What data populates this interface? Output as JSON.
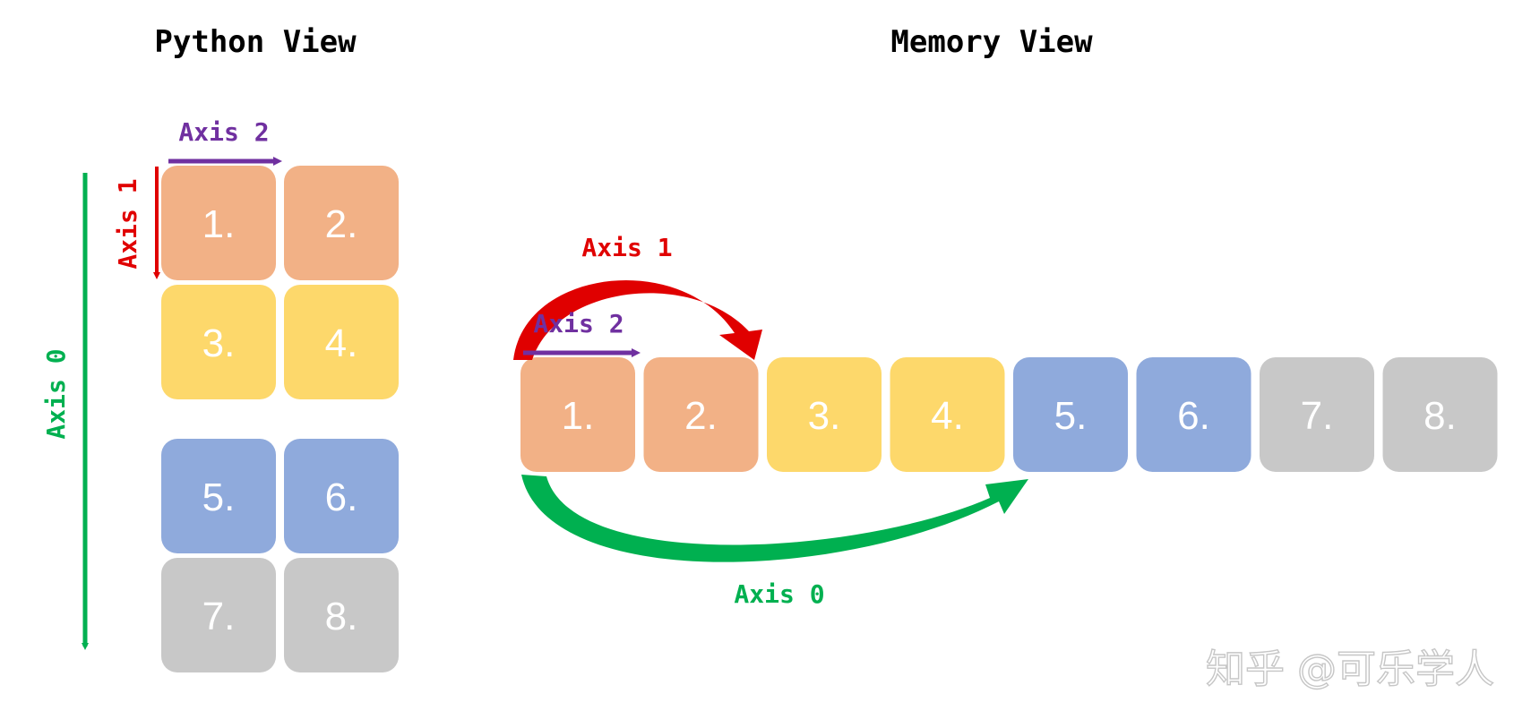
{
  "titles": {
    "python_view": "Python View",
    "memory_view": "Memory View"
  },
  "colors": {
    "orange": "#F2B186",
    "yellow": "#FDD86B",
    "blue": "#8FAADC",
    "gray": "#C8C8C8",
    "axis0": "#00B050",
    "axis1": "#E00000",
    "axis2": "#7030A0"
  },
  "python_view": {
    "axis0_label": "Axis 0",
    "axis1_label": "Axis 1",
    "axis2_label": "Axis 2",
    "cells": [
      {
        "label": "1.",
        "color": "orange"
      },
      {
        "label": "2.",
        "color": "orange"
      },
      {
        "label": "3.",
        "color": "yellow"
      },
      {
        "label": "4.",
        "color": "yellow"
      },
      {
        "label": "5.",
        "color": "blue"
      },
      {
        "label": "6.",
        "color": "blue"
      },
      {
        "label": "7.",
        "color": "gray"
      },
      {
        "label": "8.",
        "color": "gray"
      }
    ]
  },
  "memory_view": {
    "axis0_label": "Axis 0",
    "axis1_label": "Axis 1",
    "axis2_label": "Axis 2",
    "cells": [
      {
        "label": "1.",
        "color": "orange"
      },
      {
        "label": "2.",
        "color": "orange"
      },
      {
        "label": "3.",
        "color": "yellow"
      },
      {
        "label": "4.",
        "color": "yellow"
      },
      {
        "label": "5.",
        "color": "blue"
      },
      {
        "label": "6.",
        "color": "blue"
      },
      {
        "label": "7.",
        "color": "gray"
      },
      {
        "label": "8.",
        "color": "gray"
      }
    ]
  },
  "watermark": "知乎 @可乐学人"
}
